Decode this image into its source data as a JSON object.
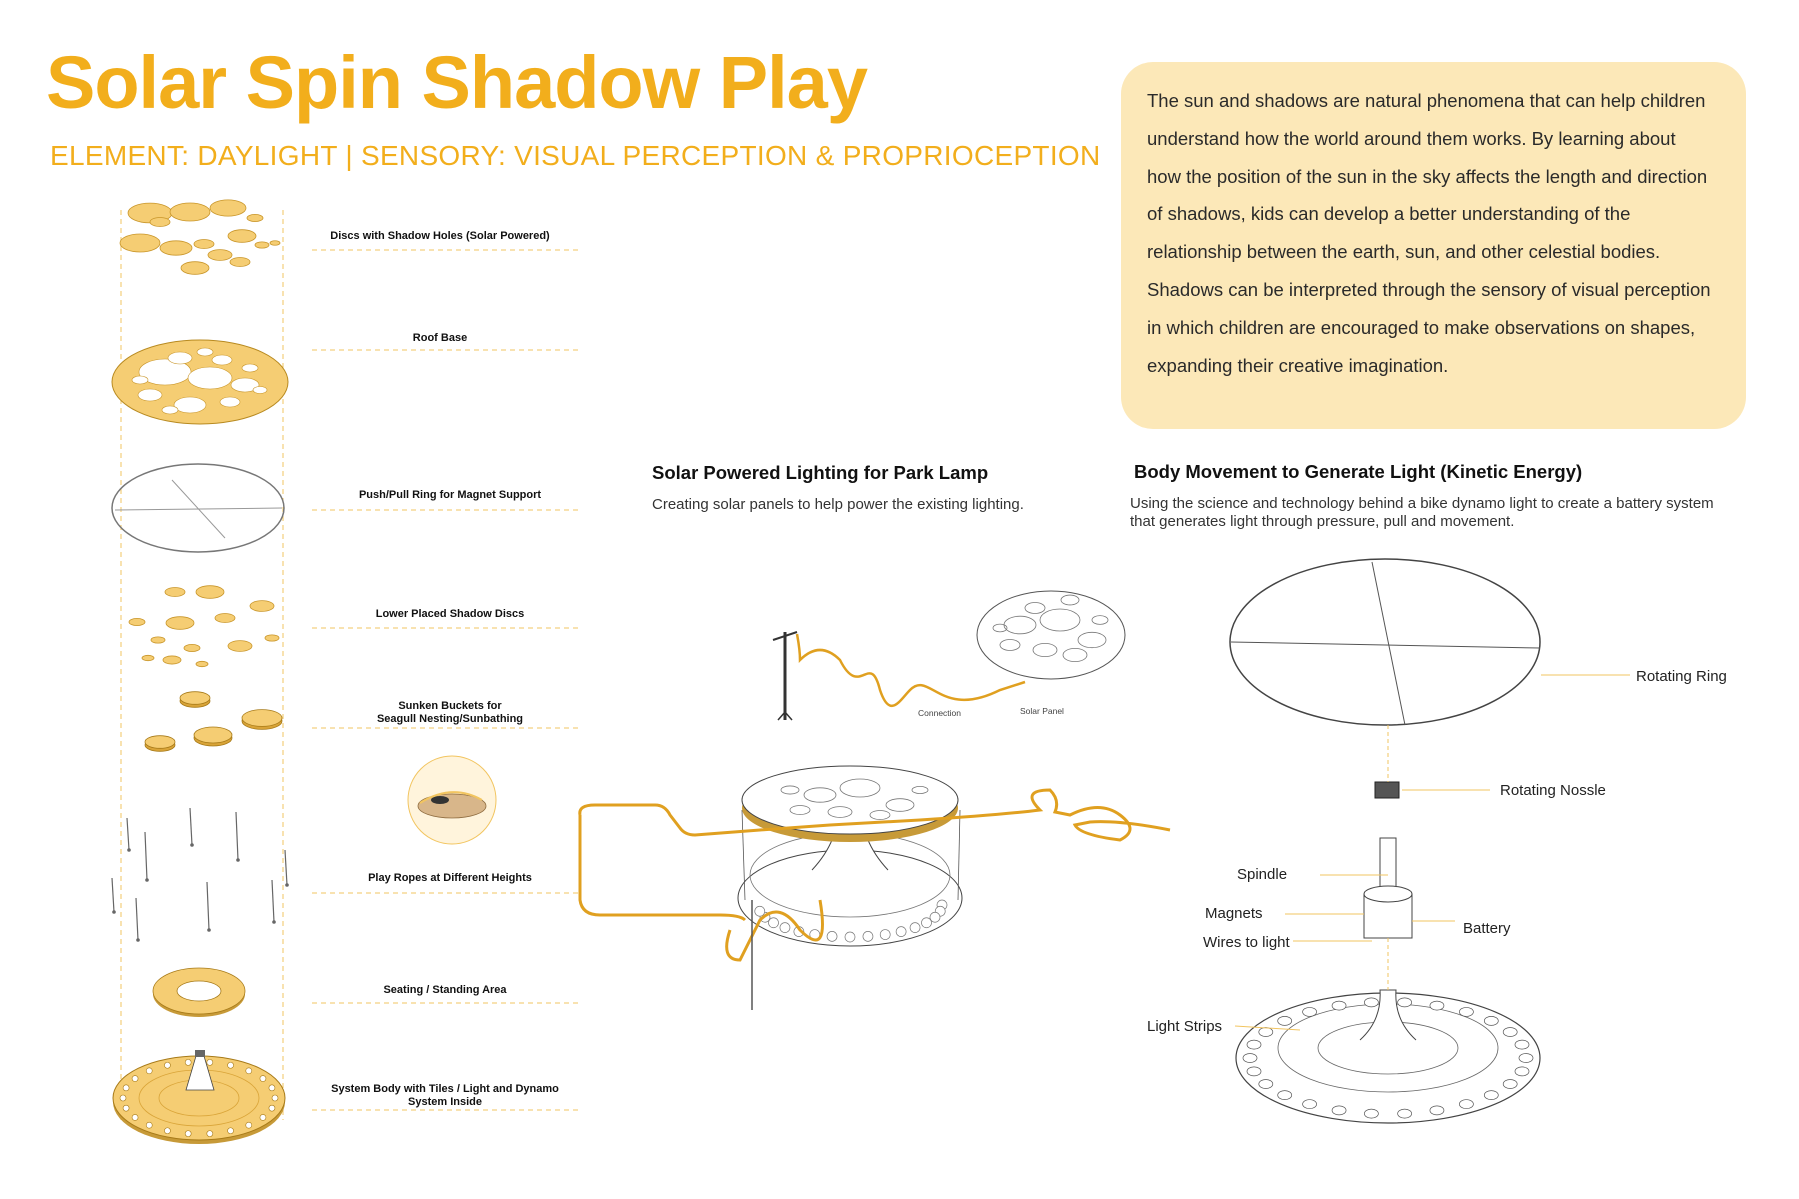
{
  "title": "Solar Spin Shadow Play",
  "subtitle": "ELEMENT: DAYLIGHT  |  SENSORY: VISUAL PERCEPTION & PROPRIOCEPTION",
  "intro": "The sun and shadows are natural phenomena that can help children understand how the world around them works. By learning about how the position of the sun in the sky affects the length and direction of shadows, kids can develop a better understanding of the relationship between the earth, sun, and other celestial bodies. Shadows can be interpreted through the sensory of visual perception in which children are encouraged to make observations on shapes, expanding their creative imagination.",
  "layers": [
    "Discs with Shadow Holes (Solar Powered)",
    "Roof Base",
    "Push/Pull Ring for Magnet Support",
    "Lower Placed Shadow Discs",
    "Sunken Buckets for\nSeagull Nesting/Sunbathing",
    "Play Ropes at Different Heights",
    "Seating / Standing Area",
    "System Body with Tiles / Light and Dynamo\nSystem Inside"
  ],
  "solar": {
    "title": "Solar Powered Lighting for Park Lamp",
    "desc": "Creating solar panels to help power the existing lighting.",
    "labels": {
      "connection": "Connection",
      "solar_panel": "Solar Panel"
    }
  },
  "kinetic": {
    "title": "Body Movement to Generate Light (Kinetic Energy)",
    "desc": "Using the science and technology behind a bike dynamo light to create a battery system that generates light through pressure, pull and movement.",
    "callouts": {
      "rotating_ring": "Rotating Ring",
      "rotating_nossle": "Rotating Nossle",
      "spindle": "Spindle",
      "magnets": "Magnets",
      "wires": "Wires to light",
      "battery": "Battery",
      "light_strips": "Light Strips"
    }
  },
  "colors": {
    "accent": "#F2AE1C",
    "disc_fill": "#F5CD73",
    "box_bg": "#FCE8B8",
    "rope": "#E0A020"
  }
}
